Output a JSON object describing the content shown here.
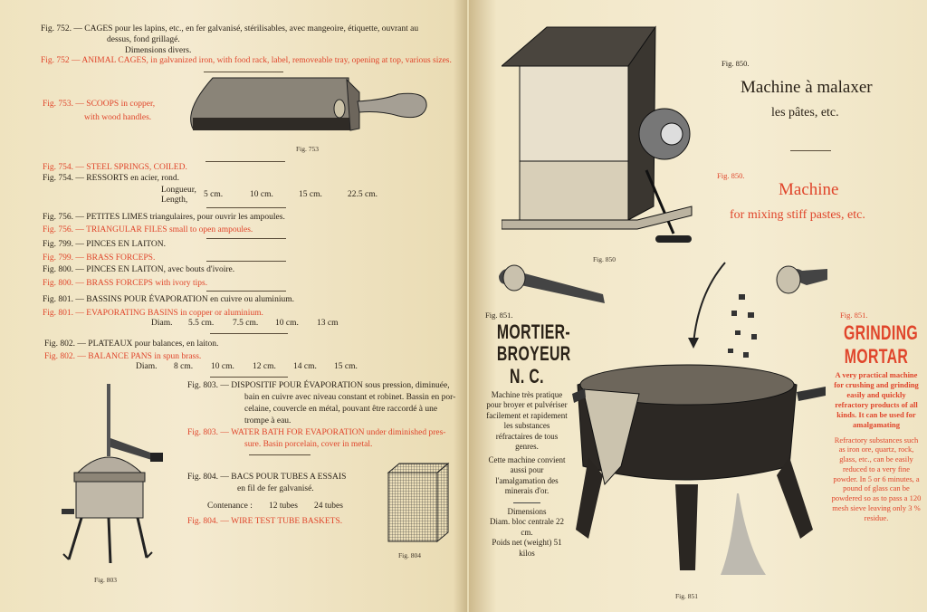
{
  "left": {
    "f752": {
      "fr1": "Fig. 752. — CAGES pour les lapins, etc., en fer galvanisé, stérilisables, avec mangeoire, étiquette, ouvrant au",
      "fr2": "dessus, fond grillagé.",
      "fr3": "Dimensions divers.",
      "en": "Fig. 752 — ANIMAL CAGES, in galvanized iron, with food rack, label, removeable tray, opening at top, various sizes."
    },
    "f753": {
      "en1": "Fig. 753. — SCOOPS in copper,",
      "en2": "with wood handles.",
      "caption": "Fig. 753"
    },
    "f754": {
      "en": "Fig. 754. — STEEL SPRINGS, COILED.",
      "fr": "Fig. 754. — RESSORTS en acier, rond.",
      "label1": "Longueur,",
      "label2": "Length,",
      "sizes": [
        "5 cm.",
        "10 cm.",
        "15 cm.",
        "22.5 cm."
      ]
    },
    "f756": {
      "fr": "Fig. 756. — PETITES LIMES triangulaires, pour ouvrir les ampoules.",
      "en": "Fig. 756. — TRIANGULAR FILES small to open ampoules."
    },
    "f799": {
      "fr": "Fig. 799. — PINCES EN LAITON.",
      "en": "Fig. 799. — BRASS FORCEPS."
    },
    "f800": {
      "fr": "Fig. 800. — PINCES EN LAITON, avec bouts d'ivoire.",
      "en": "Fig. 800. — BRASS FORCEPS with ivory tips."
    },
    "f801": {
      "fr": "Fig. 801. — BASSINS POUR ÉVAPORATION en cuivre ou aluminium.",
      "en": "Fig. 801. — EVAPORATING BASINS in copper or aluminium.",
      "label": "Diam.",
      "sizes": [
        "5.5 cm.",
        "7.5 cm.",
        "10 cm.",
        "13 cm"
      ]
    },
    "f802": {
      "fr": "Fig. 802. — PLATEAUX pour balances, en laiton.",
      "en": "Fig. 802. — BALANCE PANS in spun brass.",
      "label": "Diam.",
      "sizes": [
        "8 cm.",
        "10 cm.",
        "12 cm.",
        "14 cm.",
        "15 cm."
      ]
    },
    "f803": {
      "fr1": "Fig. 803. — DISPOSITIF POUR ÉVAPORATION sous pression, diminuée,",
      "fr2": "bain en cuivre avec niveau constant et robinet. Bassin en por-",
      "fr3": "celaine, couvercle en métal, pouvant être raccordé à une",
      "fr4": "trompe à eau.",
      "en1": "Fig. 803. — WATER BATH FOR EVAPORATION under diminished pres-",
      "en2": "sure. Basin porcelain, cover in metal.",
      "caption": "Fig. 803"
    },
    "f804": {
      "fr1": "Fig. 804. — BACS POUR TUBES A ESSAIS",
      "fr2": "en fil de fer galvanisé.",
      "label": "Contenance :",
      "sizes": [
        "12 tubes",
        "24 tubes"
      ],
      "en": "Fig. 804. — WIRE TEST TUBE BASKETS.",
      "caption": "Fig. 804"
    }
  },
  "right": {
    "f850": {
      "fig_fr": "Fig. 850.",
      "title_fr": "Machine à malaxer",
      "sub_fr": "les pâtes, etc.",
      "fig_en": "Fig. 850.",
      "title_en": "Machine",
      "sub_en": "for mixing stiff pastes, etc.",
      "caption": "Fig. 850"
    },
    "f851_fr": {
      "fig": "Fig. 851.",
      "title1": "MORTIER-",
      "title2": "BROYEUR",
      "title3": "N. C.",
      "p1": "Machine très pratique pour broyer et pulvériser facilement et rapidement les substances réfractaires de tous genres.",
      "p2": "Cette machine convient aussi pour l'amalgamation des minerais d'or.",
      "dim": "Dimensions",
      "d1": "Diam. bloc centrale 22 cm.",
      "d2": "Poids net (weight) 51 kilos"
    },
    "f851_en": {
      "fig": "Fig. 851.",
      "title1": "GRINDING",
      "title2": "MORTAR",
      "p1": "A very practical machine for crushing and grinding easily and quickly refractory products of all kinds. It can be used for amalgamating",
      "p2": "Refractory substances such as iron ore, quartz, rock, glass, etc., can be easily reduced to a very fine powder. In 5 or 6 minutes, a pound of glass can be powdered so as to pass a 120 mesh sieve leaving only 3 % residue."
    },
    "caption": "Fig. 851"
  },
  "colors": {
    "red": "#e0452b",
    "paper": "#f3e9cc",
    "ink": "#2a2218"
  }
}
